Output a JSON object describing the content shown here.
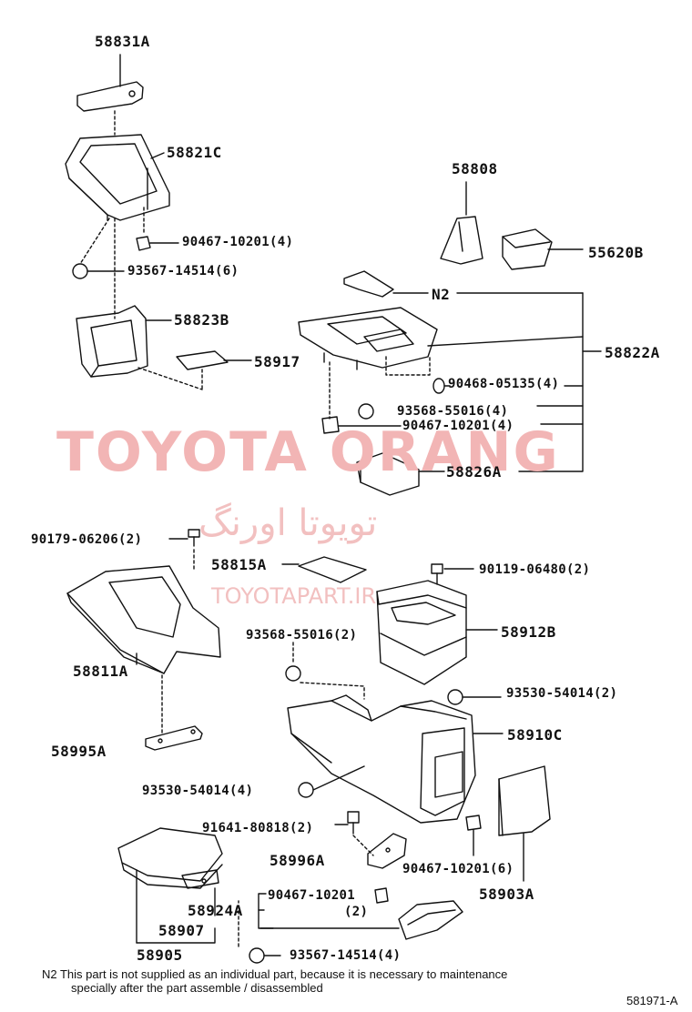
{
  "watermarks": {
    "main": "TOYOTA ORANG",
    "arabic": "تویوتا اورنگ",
    "site": "TOYOTAPART.IR"
  },
  "parts": {
    "p58831A": "58831A",
    "p58821C": "58821C",
    "p90467_top": "90467-10201(4)",
    "p93567_top": "93567-14514(6)",
    "p58823B": "58823B",
    "p58917": "58917",
    "p58808": "58808",
    "p55620B": "55620B",
    "n2": "N2",
    "p58822A": "58822A",
    "p90468": "90468-05135(4)",
    "p93568_mid": "93568-55016(4)",
    "p90467_mid": "90467-10201(4)",
    "p58826A": "58826A",
    "p90179": "90179-06206(2)",
    "p58815A": "58815A",
    "p90119": "90119-06480(2)",
    "p58811A": "58811A",
    "p93568_low": "93568-55016(2)",
    "p58912B": "58912B",
    "p93530_right": "93530-54014(2)",
    "p58995A": "58995A",
    "p58910C": "58910C",
    "p93530_left": "93530-54014(4)",
    "p91641": "91641-80818(2)",
    "p58996A": "58996A",
    "p90467_low": "90467-10201(6)",
    "p58903A": "58903A",
    "p90467_bot": "90467-10201",
    "p90467_bot_qty": "(2)",
    "p58924A": "58924A",
    "p58907": "58907",
    "p58905": "58905",
    "p93567_bot": "93567-14514(4)"
  },
  "footnote": {
    "line1": "N2  This part is not supplied as an individual part, because it is necessary to maintenance",
    "line2": "specially after the part assemble / disassembled"
  },
  "figure_id": "581971-A"
}
